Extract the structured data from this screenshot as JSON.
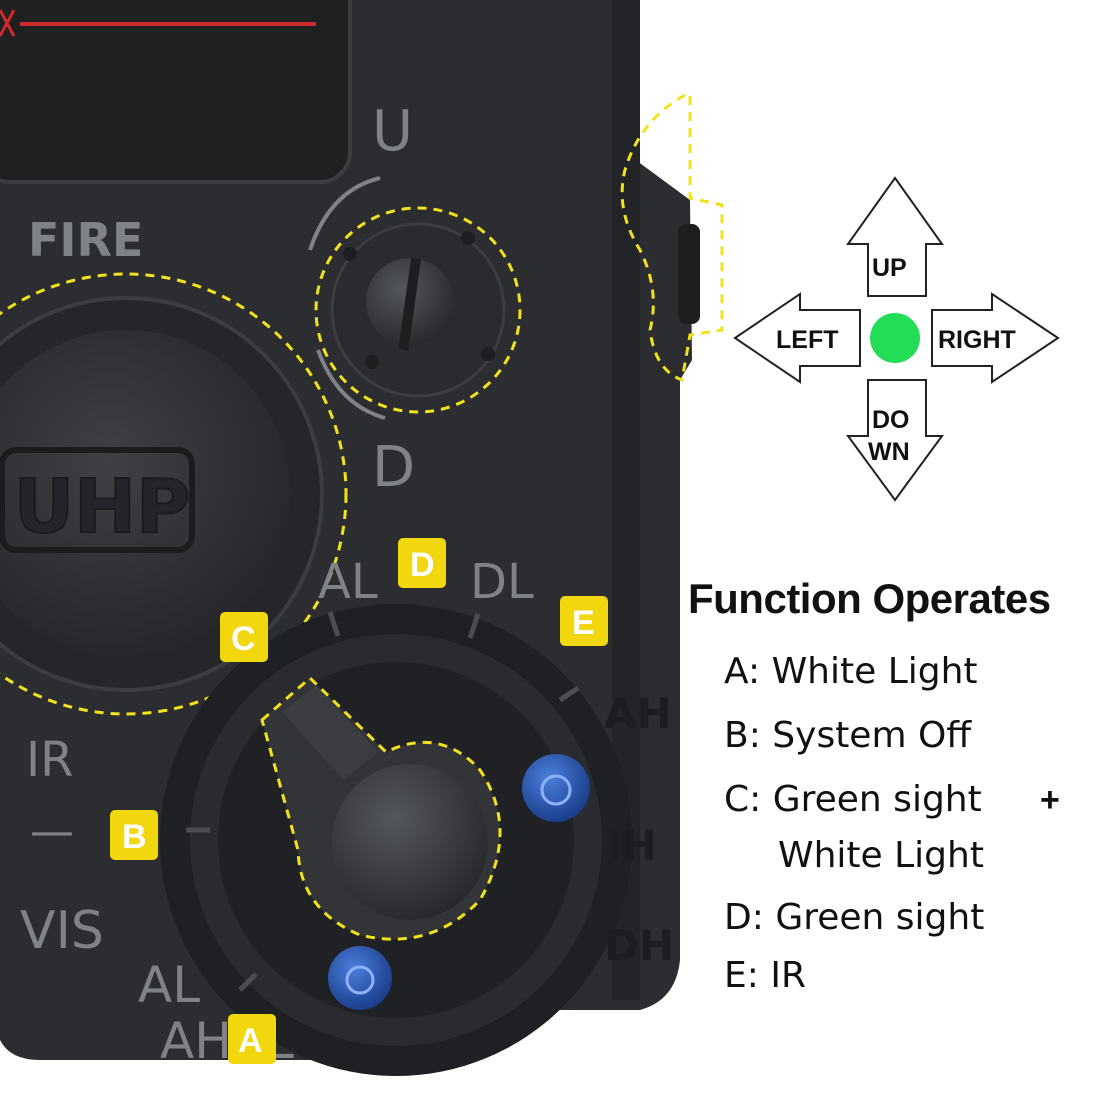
{
  "device": {
    "labels": {
      "up": "U",
      "down": "D",
      "fire": "FIRE",
      "uhp": "UHP",
      "ir": "IR",
      "dash": "—",
      "vis": "VIS",
      "al_lower": "AL",
      "ah_lower": "AH",
      "al_lower2": "L",
      "al_top": "AL",
      "dl": "DL",
      "ah_right": "AH",
      "ih_right": "IH",
      "dh_right": "DH"
    },
    "badges": {
      "a": "A",
      "b": "B",
      "c": "C",
      "d": "D",
      "e": "E"
    },
    "colors": {
      "body": "#2c2d30",
      "badge": "#f2d60e",
      "dashed": "#f3e11c",
      "screw": "#1e4fa8"
    }
  },
  "direction_pad": {
    "up": "UP",
    "left": "LEFT",
    "right": "RIGHT",
    "down_line1": "DO",
    "down_line2": "WN",
    "center_color": "#22dd55"
  },
  "legend": {
    "title": "Function Operates",
    "items": [
      {
        "key": "A:",
        "text": "White Light"
      },
      {
        "key": "B:",
        "text": "System Off"
      },
      {
        "key": "C:",
        "text": "Green sight"
      },
      {
        "key": "",
        "text": "White Light"
      },
      {
        "key": "D:",
        "text": "Green sight"
      },
      {
        "key": "E:",
        "text": "IR"
      }
    ],
    "plus": "+"
  }
}
